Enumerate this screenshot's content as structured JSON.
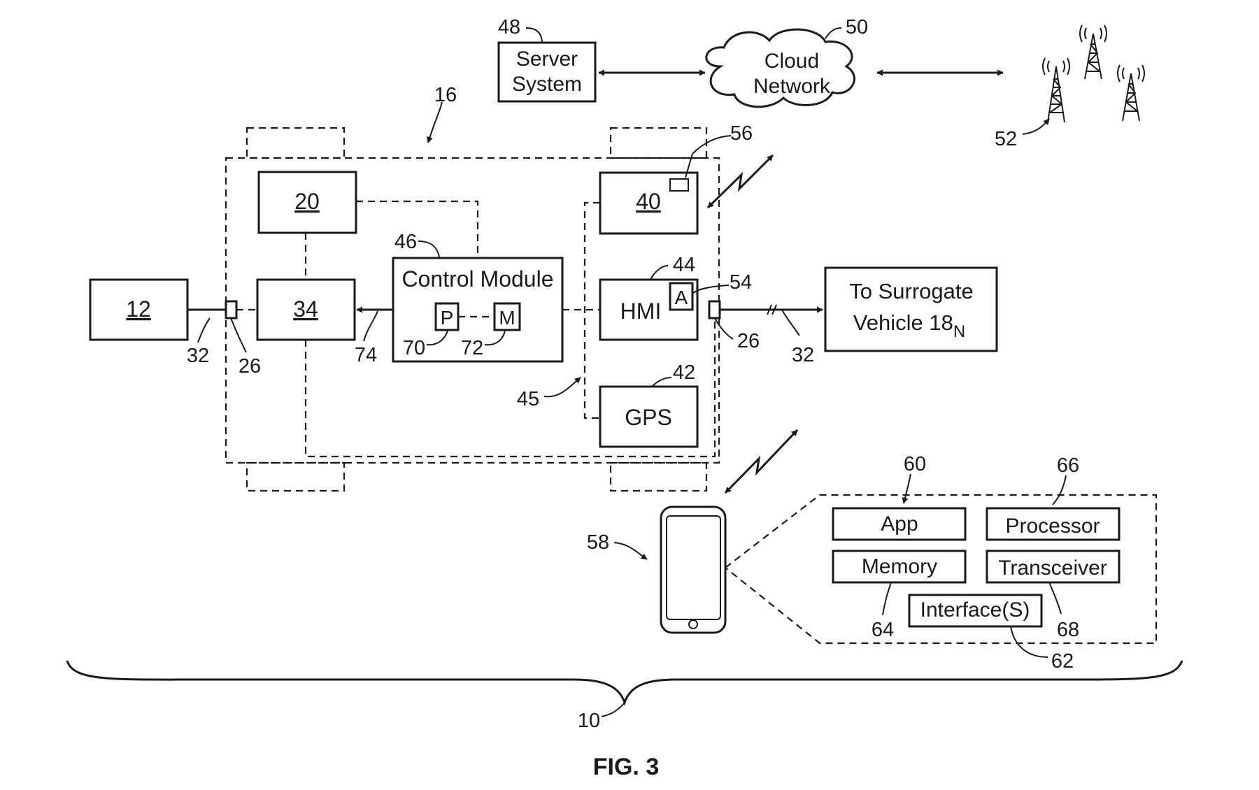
{
  "figure_label": "FIG. 3",
  "blocks": {
    "server": {
      "line1": "Server",
      "line2": "System"
    },
    "cloud": {
      "line1": "Cloud",
      "line2": "Network"
    },
    "box20": "20",
    "box40": "40",
    "box12": "12",
    "box34": "34",
    "control_module": "Control Module",
    "p_sub": "P",
    "m_sub": "M",
    "hmi": "HMI",
    "a_sub": "A",
    "gps": "GPS",
    "surrogate": {
      "line1": "To Surrogate",
      "line2": "Vehicle 18",
      "subscript": "N"
    },
    "app": "App",
    "processor": "Processor",
    "memory": "Memory",
    "transceiver": "Transceiver",
    "interface": "Interface(S)"
  },
  "refs": {
    "r48": "48",
    "r50": "50",
    "r52": "52",
    "r16": "16",
    "r56": "56",
    "r46": "46",
    "r44": "44",
    "r54": "54",
    "r42": "42",
    "r45": "45",
    "r32a": "32",
    "r26a": "26",
    "r74": "74",
    "r70": "70",
    "r72": "72",
    "r26b": "26",
    "r32b": "32",
    "r60": "60",
    "r66": "66",
    "r58": "58",
    "r64": "64",
    "r68": "68",
    "r62": "62",
    "r10": "10"
  }
}
